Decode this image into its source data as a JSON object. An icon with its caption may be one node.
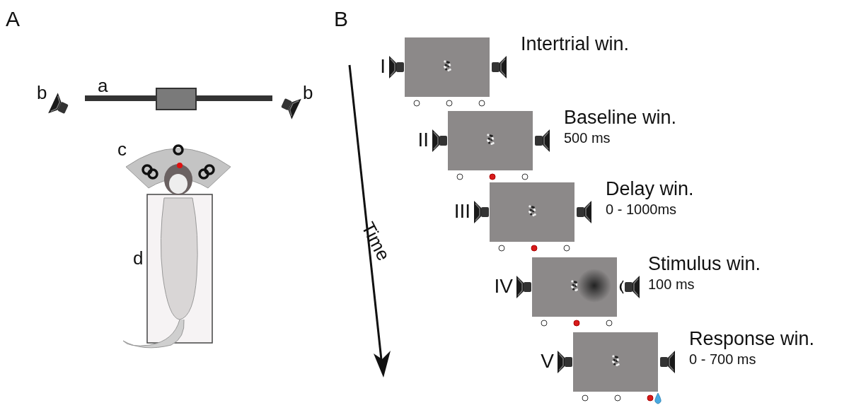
{
  "diagram": {
    "nodes": [
      {
        "text": [],
        "shape": "picture",
        "beside": [
          "I",
          "Intertrial win."
        ]
      },
      {
        "text": [],
        "shape": "picture",
        "beside": [
          "II",
          "Baseline win.",
          "500 ms"
        ]
      },
      {
        "text": [],
        "shape": "picture",
        "beside": [
          "III",
          "Delay win.",
          "0 - 1000ms"
        ]
      },
      {
        "text": [],
        "shape": "picture",
        "beside": [
          "IV",
          "Stimulus win.",
          "100 ms"
        ]
      },
      {
        "text": [],
        "shape": "picture",
        "beside": [
          "V",
          "Response win.",
          "0 - 700 ms"
        ]
      }
    ],
    "edges": [],
    "labels": [
      "A",
      "b",
      "a",
      "b",
      "c",
      "d",
      "B",
      "Time"
    ]
  }
}
